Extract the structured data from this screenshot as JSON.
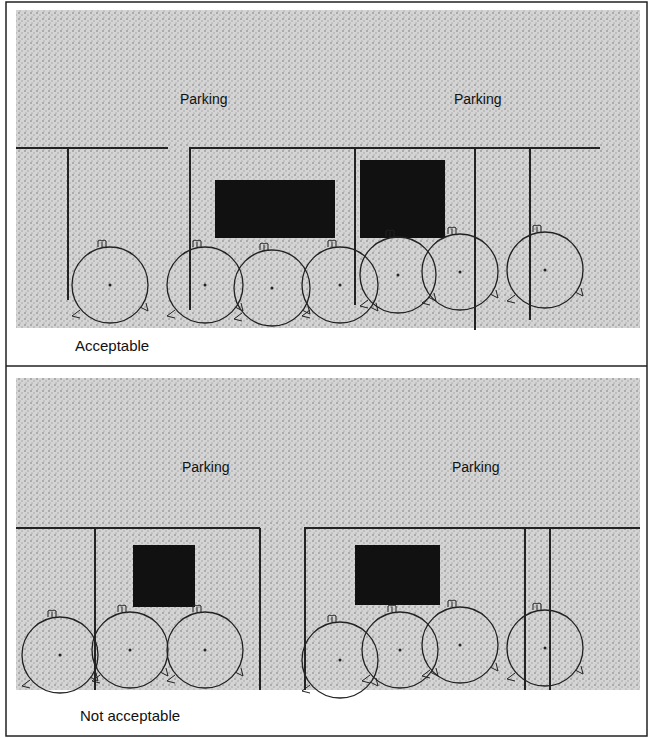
{
  "diagram": {
    "labels": [
      "Parking",
      "Parking",
      "Acceptable",
      "Parking",
      "Parking",
      "Not acceptable"
    ]
  }
}
